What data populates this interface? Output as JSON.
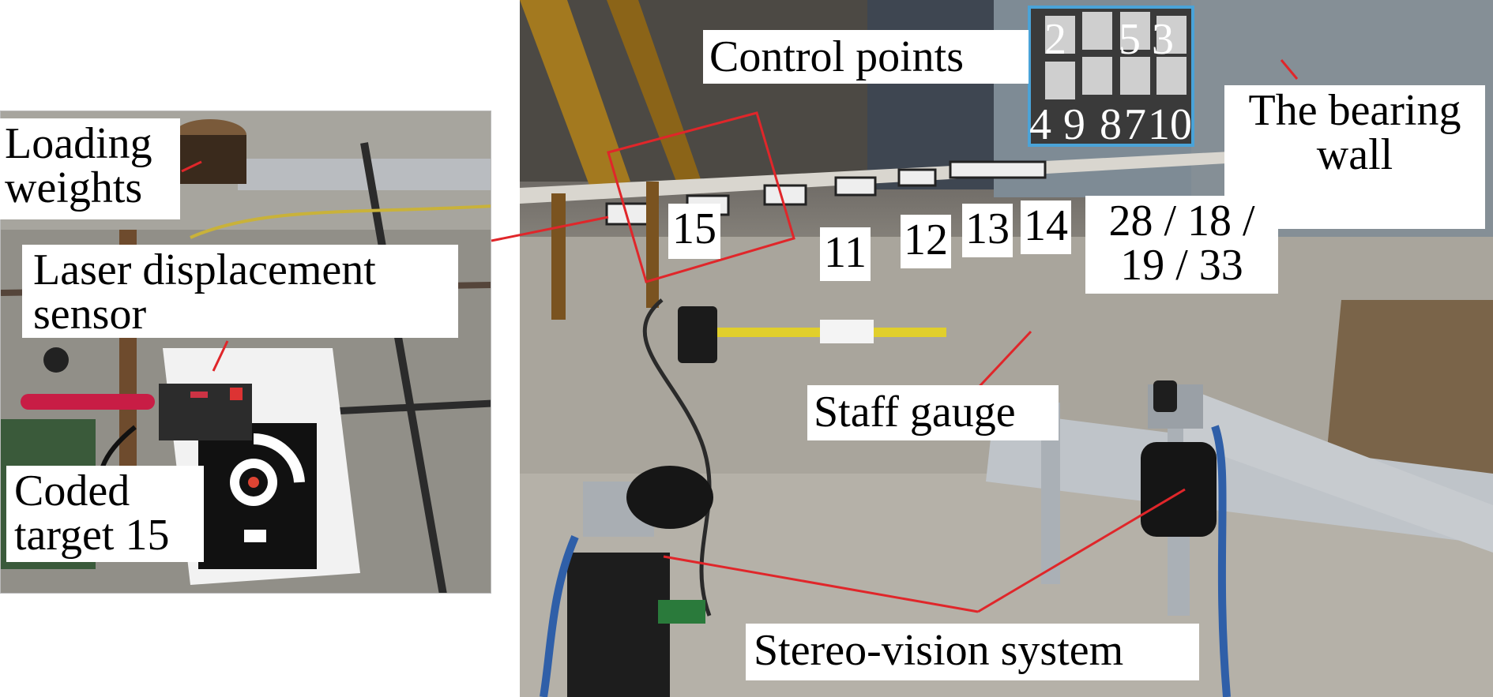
{
  "labels": {
    "loading_weights_line1": "Loading",
    "loading_weights_line2": "weights",
    "laser_line1": "Laser displacement",
    "laser_line2": "sensor",
    "coded_line1": "Coded",
    "coded_line2": "target 15",
    "control_points": "Control points",
    "bearing_line1": "The bearing",
    "bearing_line2": "wall",
    "staff_gauge": "Staff gauge",
    "stereo_vision": "Stereo-vision system",
    "target_group_line1": "28 / 18 /",
    "target_group_line2": "19 / 33"
  },
  "target_numbers": [
    "15",
    "11",
    "12",
    "13",
    "14"
  ],
  "control_point_numbers": {
    "top": [
      "2",
      "5",
      "3"
    ],
    "bottom": [
      "4",
      "9",
      "8",
      "7",
      "10"
    ]
  },
  "colors": {
    "leader_line": "#e0262a",
    "control_box": "#4aa3d8",
    "label_bg": "#ffffff"
  }
}
